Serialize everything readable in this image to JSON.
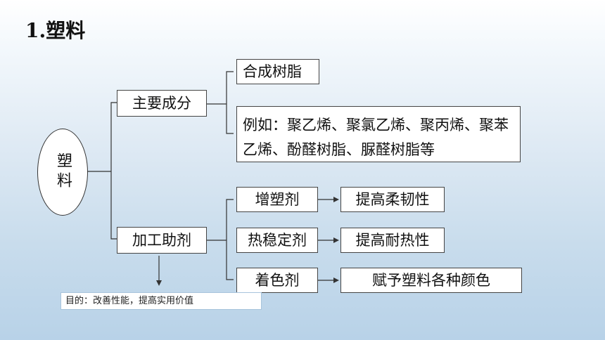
{
  "title": "1.塑料",
  "root": {
    "label": "塑料"
  },
  "branches": {
    "main": {
      "label": "主要成分",
      "items": [
        "合成树脂",
        "例如：聚乙烯、聚氯乙烯、聚丙烯、聚苯乙烯、酚醛树脂、脲醛树脂等"
      ]
    },
    "additives": {
      "label": "加工助剂",
      "items": [
        {
          "name": "增塑剂",
          "effect": "提高柔韧性"
        },
        {
          "name": "热稳定剂",
          "effect": "提高耐热性"
        },
        {
          "name": "着色剂",
          "effect": "赋予塑料各种颜色"
        }
      ],
      "note": "目的：改善性能，提高实用价值"
    }
  }
}
